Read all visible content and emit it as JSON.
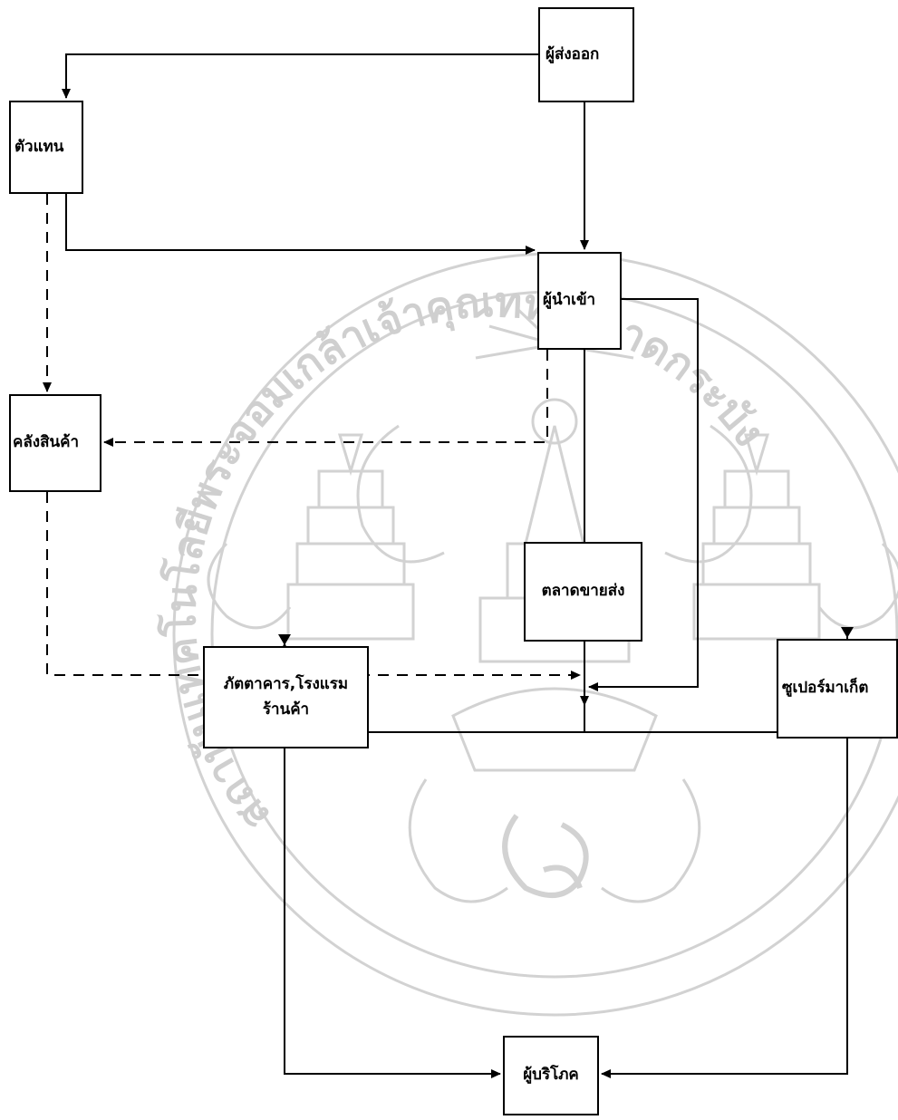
{
  "diagram": {
    "nodes": {
      "exporter": "ผู้ส่งออก",
      "agent": "ตัวแทน",
      "importer": "ผู้นำเข้า",
      "warehouse": "คลังสินค้า",
      "wholesale_market": "ตลาดขายส่ง",
      "restaurant_hotel_line1": "ภัตตาคาร,โรงแรม",
      "restaurant_hotel_line2": "ร้านค้า",
      "supermarket": "ซูเปอร์มาเก็ต",
      "consumer": "ผู้บริโภค"
    },
    "edges": [
      {
        "from": "exporter",
        "to": "agent",
        "style": "solid"
      },
      {
        "from": "exporter",
        "to": "importer",
        "style": "solid"
      },
      {
        "from": "agent",
        "to": "importer",
        "style": "solid"
      },
      {
        "from": "agent",
        "to": "warehouse",
        "style": "dashed"
      },
      {
        "from": "importer",
        "to": "warehouse",
        "style": "dashed"
      },
      {
        "from": "warehouse",
        "to": "distribution",
        "style": "dashed"
      },
      {
        "from": "importer",
        "to": "wholesale_market",
        "style": "solid"
      },
      {
        "from": "importer",
        "to": "distribution",
        "style": "solid"
      },
      {
        "from": "wholesale_market",
        "to": "distribution",
        "style": "solid"
      },
      {
        "from": "distribution",
        "to": "restaurant_hotel",
        "style": "solid"
      },
      {
        "from": "distribution",
        "to": "supermarket",
        "style": "solid"
      },
      {
        "from": "restaurant_hotel",
        "to": "consumer",
        "style": "solid"
      },
      {
        "from": "supermarket",
        "to": "consumer",
        "style": "solid"
      }
    ],
    "colors": {
      "line": "#000000",
      "box_border": "#000000",
      "watermark": "#cfcfcf"
    }
  },
  "watermark": {
    "arc_text_left": "สถาบันเทคโนโลยีพระจอมเกล้าเจ้าคุณทหารลาดกระบัง"
  }
}
